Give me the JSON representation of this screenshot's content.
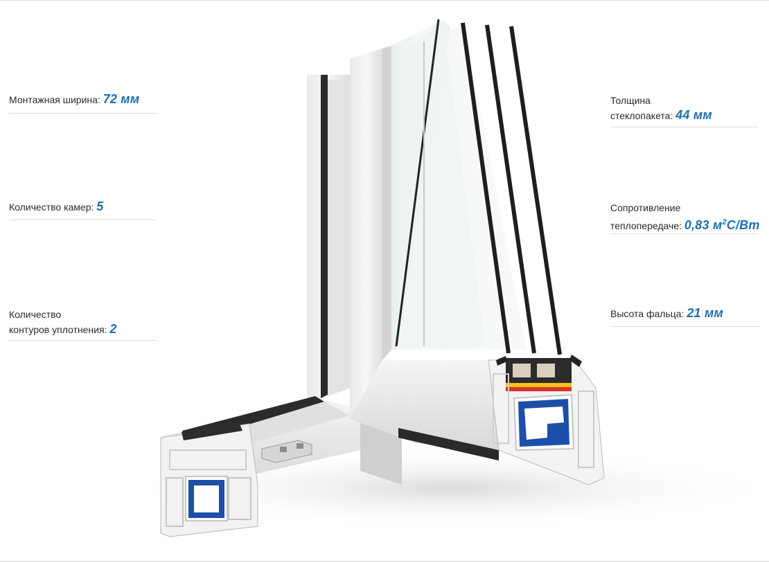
{
  "specs": {
    "mount_width": {
      "label": "Монтажная ширина:",
      "value": "72 мм"
    },
    "chambers": {
      "label": "Количество камер:",
      "value": "5"
    },
    "seals": {
      "label_line1": "Количество",
      "label_line2": "контуров уплотнения:",
      "value": "2"
    },
    "glass_thickness": {
      "label_line1": "Толщина",
      "label_line2": "стеклопакета:",
      "value": "44 мм"
    },
    "heat_resistance": {
      "label_line1": "Сопротивление",
      "label_line2": "теплопередаче:",
      "value_main": "0,83 м",
      "value_sup": "2",
      "value_tail": "С/Вт"
    },
    "rebate_height": {
      "label": "Высота фальца:",
      "value": "21 мм"
    }
  },
  "colors": {
    "accent_value": "#1f6fae",
    "pvc_white": "#f4f4f4",
    "seal_dark": "#2b2b2b",
    "steel_reinforcement": "#1d4fa8",
    "spacer_yellow": "#f2c21b",
    "spacer_red": "#d9342b"
  }
}
